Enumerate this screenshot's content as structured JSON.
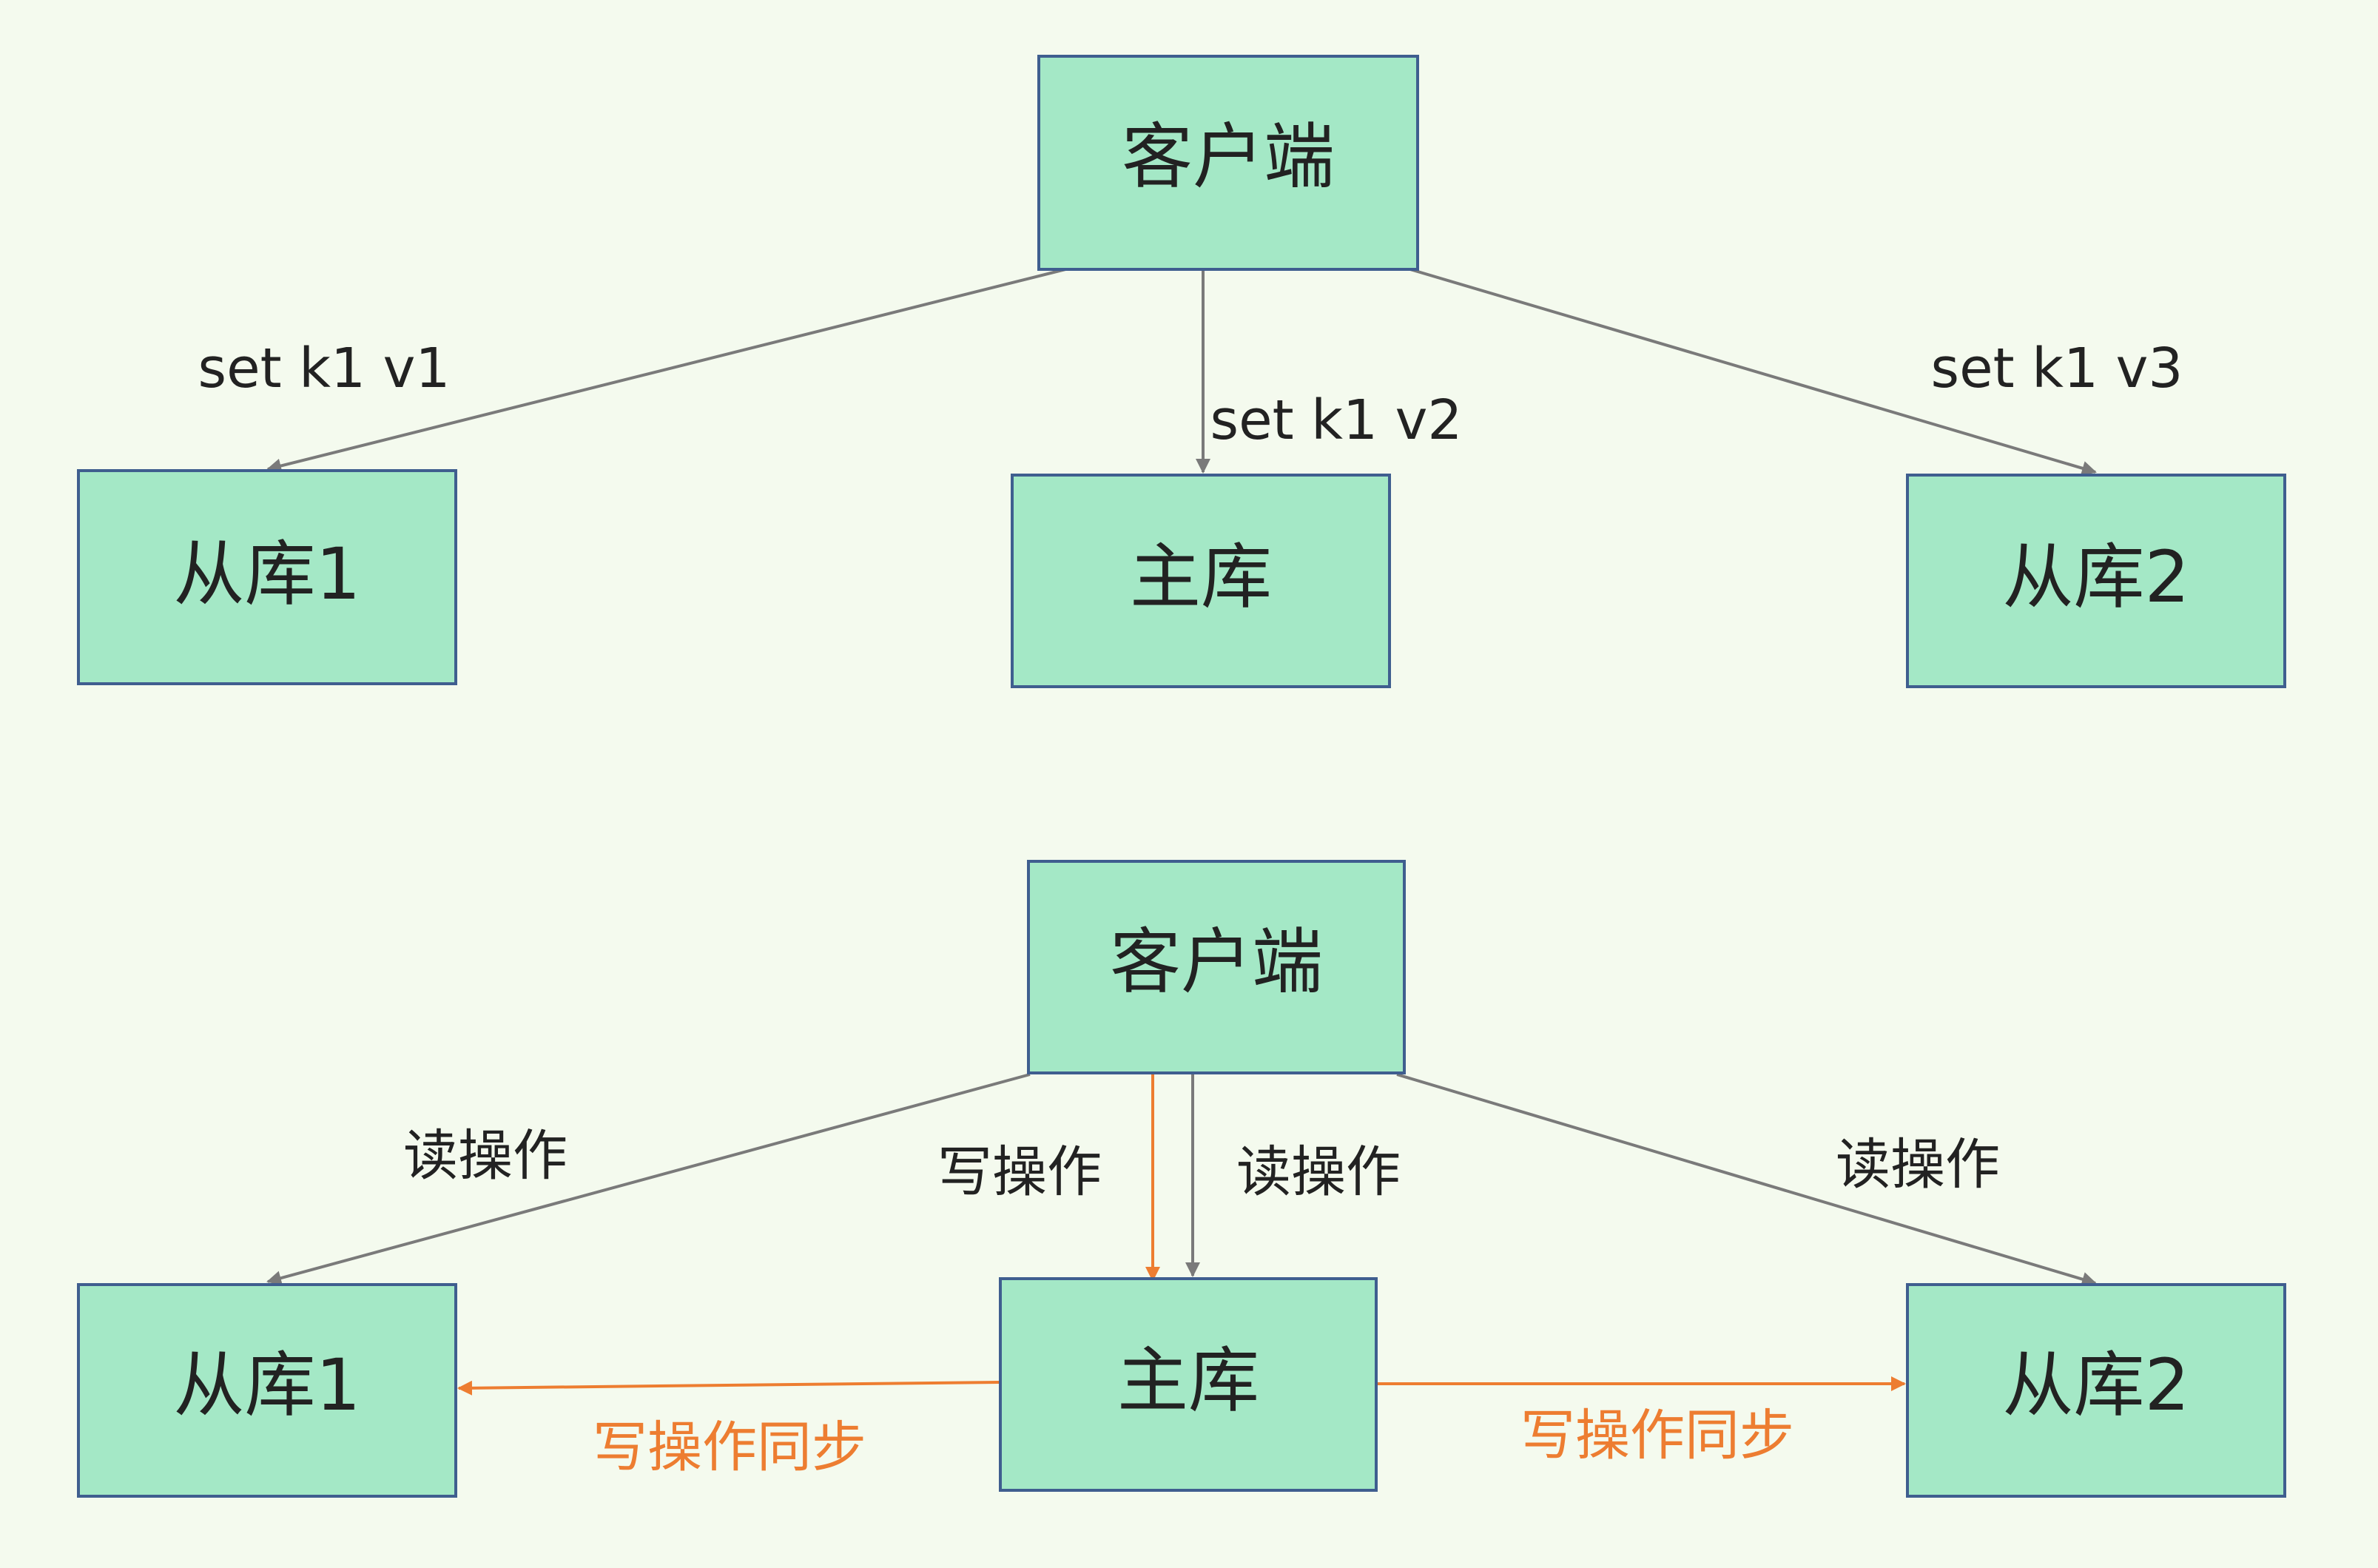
{
  "top_diagram": {
    "client": "客户端",
    "replica1": "从库1",
    "master": "主库",
    "replica2": "从库2",
    "edge_client_replica1": "set k1 v1",
    "edge_client_master": "set k1 v2",
    "edge_client_replica2": "set k1 v3"
  },
  "bottom_diagram": {
    "client": "客户端",
    "replica1": "从库1",
    "master": "主库",
    "replica2": "从库2",
    "edge_client_replica1": "读操作",
    "edge_client_master_write": "写操作",
    "edge_client_master_read": "读操作",
    "edge_client_replica2": "读操作",
    "edge_master_replica1": "写操作同步",
    "edge_master_replica2": "写操作同步"
  },
  "colors": {
    "background": "#F4FAEE",
    "node_fill": "#A4E8C6",
    "node_border": "#3F5E8F",
    "read_edge": "#7A7A7A",
    "write_edge": "#ED7D31"
  }
}
